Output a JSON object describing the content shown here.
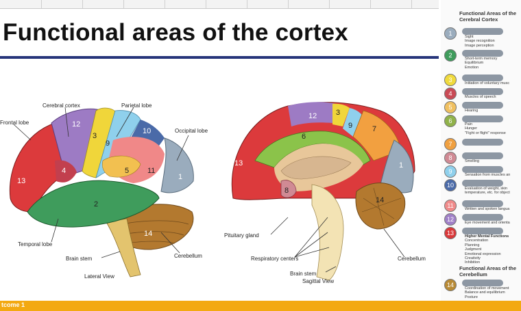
{
  "slide": {
    "title": "Functional areas of the cortex",
    "footer": "tcome 1"
  },
  "lateral_view": {
    "caption": "Lateral View",
    "labels": {
      "cerebral_cortex": "Cerebral cortex",
      "parietal_lobe": "Parietal lobe",
      "frontal_lobe": "Frontal lobe",
      "occipital_lobe": "Occipital lobe",
      "temporal_lobe": "Temporal lobe",
      "brain_stem": "Brain stem",
      "cerebellum": "Cerebellum"
    },
    "region_numbers": [
      "12",
      "3",
      "9",
      "10",
      "5",
      "11",
      "4",
      "13",
      "1",
      "2",
      "14"
    ]
  },
  "sagittal_view": {
    "caption": "Sagittal View",
    "labels": {
      "pituitary_gland": "Pituitary gland",
      "respiratory_centers": "Respiratory centers",
      "brain_stem": "Brain stem",
      "cerebellum": "Cerebellum"
    },
    "region_numbers": [
      "12",
      "3",
      "9",
      "7",
      "6",
      "13",
      "8",
      "1",
      "14"
    ]
  },
  "legend": {
    "cortex_title": "Functional Areas of the Cerebral Cortex",
    "cerebellum_title": "Functional Areas of the Cerebellum",
    "colors": {
      "1": "#9aacbd",
      "2": "#3f9c5c",
      "3": "#f0da3c",
      "4": "#c94a55",
      "5": "#f0c060",
      "6": "#90b24a",
      "7": "#f0a040",
      "8": "#d08a94",
      "9": "#8fd0ec",
      "10": "#4a6aa8",
      "11": "#f08a8a",
      "12": "#a080c8",
      "13": "#d9383a",
      "14": "#b88a35"
    },
    "items": [
      {
        "num": "1",
        "text": [
          "Sight",
          "Image recognition",
          "Image perception"
        ]
      },
      {
        "num": "2",
        "text": [
          "Short-term memory",
          "Equilibrium",
          "Emotion"
        ]
      },
      {
        "num": "3",
        "text": [
          "Initiation of voluntary musc"
        ]
      },
      {
        "num": "4",
        "text": [
          "Muscles of speech"
        ]
      },
      {
        "num": "5",
        "text": [
          "Hearing"
        ]
      },
      {
        "num": "6",
        "text": [
          "Pain",
          "Hunger",
          "\"Fight or flight\" response"
        ]
      },
      {
        "num": "7",
        "text": []
      },
      {
        "num": "8",
        "text": [
          "Smelling"
        ]
      },
      {
        "num": "9",
        "text": [
          "Sensation from muscles an"
        ]
      },
      {
        "num": "10",
        "text": [
          "Evaluation of weight, skin",
          "temperature, etc. for object"
        ]
      },
      {
        "num": "11",
        "text": [
          "Written and spoken langua"
        ]
      },
      {
        "num": "12",
        "text": [
          "Eye movement and orienta"
        ]
      },
      {
        "num": "13",
        "text": [
          "Higher Mental Functions",
          "Concentration",
          "Planning",
          "Judgment",
          "Emotional expression",
          "Creativity",
          "Inhibition"
        ]
      },
      {
        "num": "14",
        "text": [
          "Coordination of movement",
          "Balance and equilibrium",
          "Posture"
        ]
      }
    ]
  }
}
